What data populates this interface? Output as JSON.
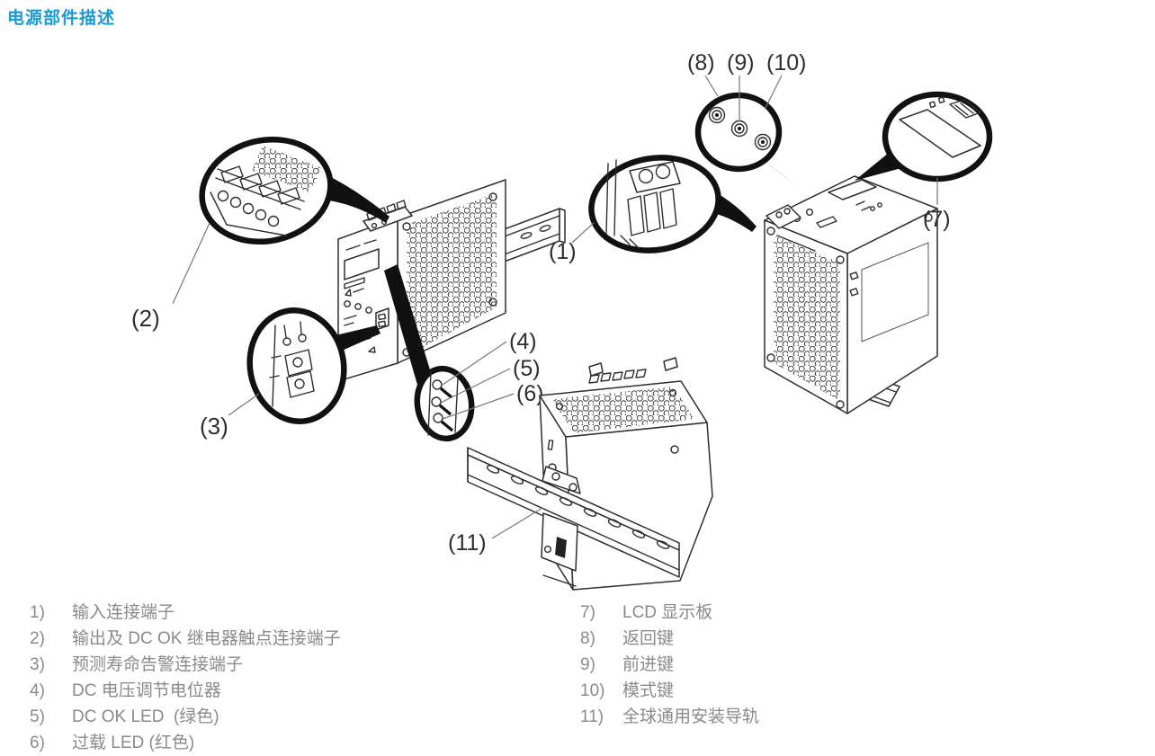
{
  "title": {
    "text": "电源部件描述"
  },
  "colors": {
    "accent_title": "#1a9ad5",
    "legend_text": "#8a8a8a",
    "line_art": "#2e2e2e",
    "callout_ring": "#111111"
  },
  "callout_labels": {
    "n1": "(1)",
    "n2": "(2)",
    "n3": "(3)",
    "n4": "(4)",
    "n5": "(5)",
    "n6": "(6)",
    "n7": "(7)",
    "n8": "(8)",
    "n9": "(9)",
    "n10": "(10)",
    "n11": "(11)"
  },
  "legend": {
    "left": [
      {
        "num": "1)",
        "text": "输入连接端子"
      },
      {
        "num": "2)",
        "text": "输出及 DC OK 继电器触点连接端子"
      },
      {
        "num": "3)",
        "text": "预测寿命告警连接端子"
      },
      {
        "num": "4)",
        "text": "DC 电压调节电位器"
      },
      {
        "num": "5)",
        "text": "DC OK LED  (绿色)"
      },
      {
        "num": "6)",
        "text": "过载 LED (红色)"
      }
    ],
    "right": [
      {
        "num": "7)",
        "text": "LCD 显示板"
      },
      {
        "num": "8)",
        "text": "返回键"
      },
      {
        "num": "9)",
        "text": "前进键"
      },
      {
        "num": "10)",
        "text": "模式键"
      },
      {
        "num": "11)",
        "text": "全球通用安装导轨"
      }
    ]
  }
}
